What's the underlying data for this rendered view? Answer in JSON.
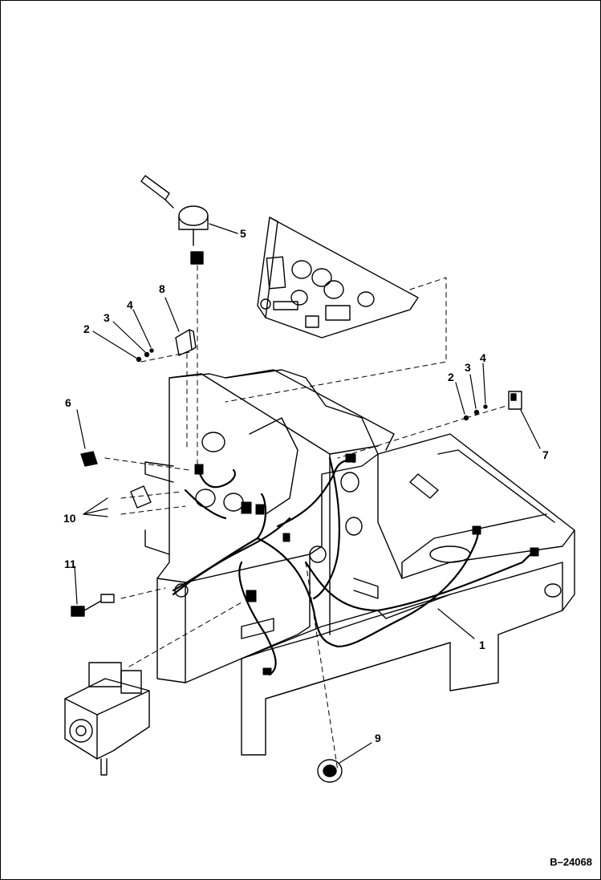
{
  "figure_id": "B–24068",
  "callouts": [
    {
      "name": "callout-1",
      "label": "1"
    },
    {
      "name": "callout-2-left",
      "label": "2"
    },
    {
      "name": "callout-3-left",
      "label": "3"
    },
    {
      "name": "callout-4-left",
      "label": "4"
    },
    {
      "name": "callout-5",
      "label": "5"
    },
    {
      "name": "callout-6",
      "label": "6"
    },
    {
      "name": "callout-7",
      "label": "7"
    },
    {
      "name": "callout-8",
      "label": "8"
    },
    {
      "name": "callout-9",
      "label": "9"
    },
    {
      "name": "callout-10",
      "label": "10"
    },
    {
      "name": "callout-11",
      "label": "11"
    },
    {
      "name": "callout-2-right",
      "label": "2"
    },
    {
      "name": "callout-3-right",
      "label": "3"
    },
    {
      "name": "callout-4-right",
      "label": "4"
    }
  ],
  "colors": {
    "line": "#000000",
    "background": "#ffffff"
  }
}
